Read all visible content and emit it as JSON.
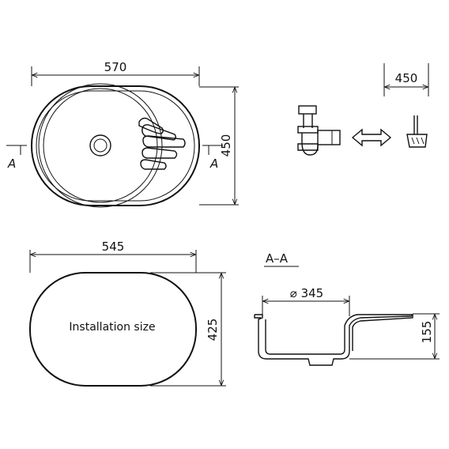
{
  "top_view": {
    "width_label": "570",
    "height_label": "450",
    "section_marker_left": "A",
    "section_marker_right": "A"
  },
  "accessory": {
    "dimension_label": "450"
  },
  "installation_view": {
    "width_label": "545",
    "height_label": "425",
    "caption": "Installation size"
  },
  "section_view": {
    "title": "A–A",
    "diameter_label": "⌀ 345",
    "depth_label": "155"
  }
}
